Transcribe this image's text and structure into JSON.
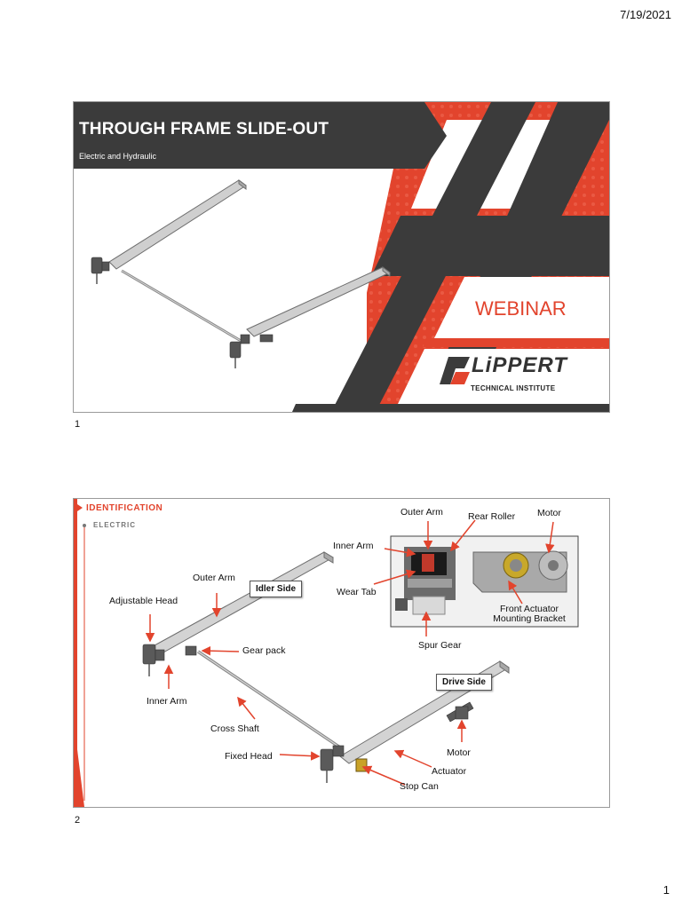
{
  "header": {
    "date": "7/19/2021"
  },
  "footer": {
    "page_number": "1"
  },
  "slide1": {
    "number": "1",
    "title": "THROUGH FRAME SLIDE-OUT",
    "subtitle": "Electric and Hydraulic",
    "badge": "WEBINAR",
    "brand": "LiPPERT",
    "brand_sub": "TECHNICAL INSTITUTE",
    "colors": {
      "accent": "#e2442d",
      "dark": "#3b3b3b"
    }
  },
  "slide2": {
    "number": "2",
    "section": "IDENTIFICATION",
    "subsection": "ELECTRIC",
    "idler_side": "Idler Side",
    "drive_side": "Drive Side",
    "labels": {
      "outer_arm_top": "Outer Arm",
      "rear_roller": "Rear Roller",
      "motor_top": "Motor",
      "inner_arm_top": "Inner Arm",
      "wear_tab": "Wear Tab",
      "front_actuator_1": "Front Actuator",
      "front_actuator_2": "Mounting Bracket",
      "spur_gear": "Spur Gear",
      "outer_arm": "Outer Arm",
      "adjustable_head": "Adjustable Head",
      "gear_pack": "Gear pack",
      "inner_arm": "Inner Arm",
      "cross_shaft": "Cross Shaft",
      "fixed_head": "Fixed Head",
      "motor": "Motor",
      "actuator": "Actuator",
      "stop_can": "Stop Can"
    }
  }
}
